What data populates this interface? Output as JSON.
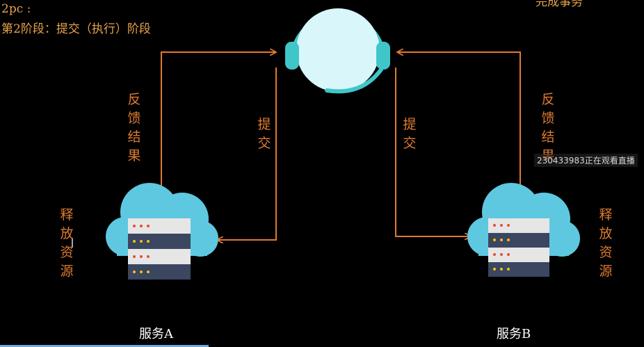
{
  "header": {
    "line1": "2pc :",
    "line2": "第2阶段：提交（执行）阶段",
    "corner_partial": "完成事务"
  },
  "arrows": {
    "feedback_left": "反馈结果",
    "submit_left": "提交",
    "submit_right": "提交",
    "feedback_right": "反馈结果",
    "release_left": "释放资源",
    "release_right": "释放资源"
  },
  "services": {
    "a_label": "服务A",
    "b_label": "服务B"
  },
  "overlay": {
    "watching": "230433983正在观看直播"
  },
  "colors": {
    "arrow": "#e07a32",
    "cloud": "#5ec8e0",
    "server_light": "#e6e6e6",
    "server_dark": "#3b4660",
    "headset_face": "#d9f6fb",
    "headset_band": "#3fc6c9"
  }
}
